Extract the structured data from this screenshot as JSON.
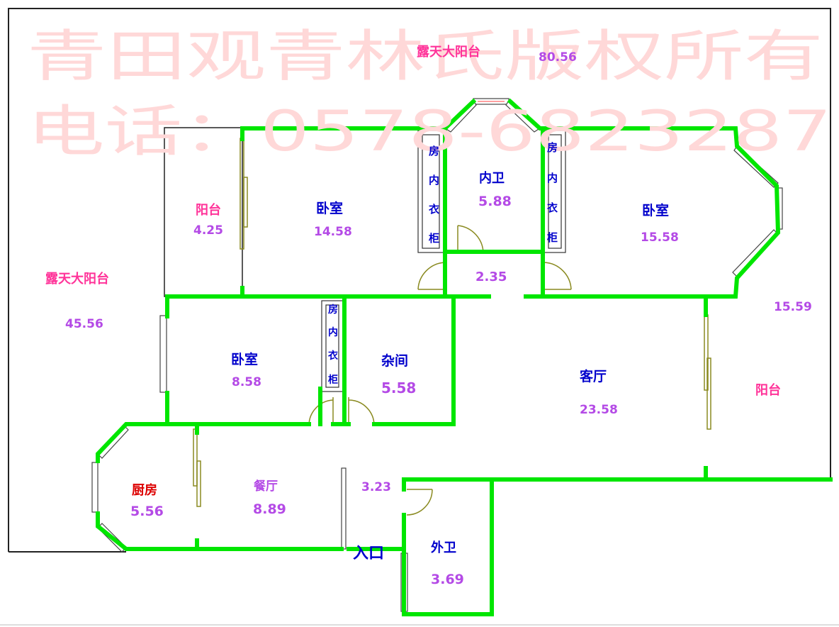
{
  "watermark": {
    "line1": "青田观青林氏版权所有",
    "line2": "电话：0578-6823287"
  },
  "colors": {
    "wall": "#00e600",
    "outline": "#222222",
    "door": "#8a8a20",
    "room_name": "#0000cc",
    "balcony_name": "#ff3399",
    "area": "#b44ae6",
    "kitchen_name": "#dd0000",
    "watermark": "#ffd8d8"
  },
  "rooms": {
    "terrace_top": {
      "name": "露天大阳台",
      "area": "80.56"
    },
    "terrace_left": {
      "name": "露天大阳台",
      "area": "45.56"
    },
    "balcony_small": {
      "name": "阳台",
      "area": "4.25"
    },
    "bedroom_main": {
      "name": "卧室",
      "area": "14.58"
    },
    "wardrobe_1": {
      "name": [
        "房",
        "内",
        "衣",
        "柜"
      ]
    },
    "inner_bath": {
      "name": "内卫",
      "area": "5.88"
    },
    "wardrobe_2": {
      "name": [
        "房",
        "内",
        "衣",
        "柜"
      ]
    },
    "bedroom_right": {
      "name": "卧室",
      "area": "15.58"
    },
    "hallway": {
      "area": "2.35"
    },
    "bedroom_small": {
      "name": "卧室",
      "area": "8.58"
    },
    "wardrobe_3": {
      "name": [
        "房",
        "内",
        "衣",
        "柜"
      ]
    },
    "storage": {
      "name": "杂间",
      "area": "5.58"
    },
    "living": {
      "name": "客厅",
      "area": "23.58"
    },
    "balcony_right": {
      "name": "阳台",
      "area": "15.59"
    },
    "kitchen": {
      "name": "厨房",
      "area": "5.56"
    },
    "dining": {
      "name": "餐厅",
      "area": "8.89"
    },
    "foyer": {
      "area": "3.23"
    },
    "guest_bath": {
      "name": "外卫",
      "area": "3.69"
    },
    "entrance": {
      "name": "入口"
    }
  }
}
